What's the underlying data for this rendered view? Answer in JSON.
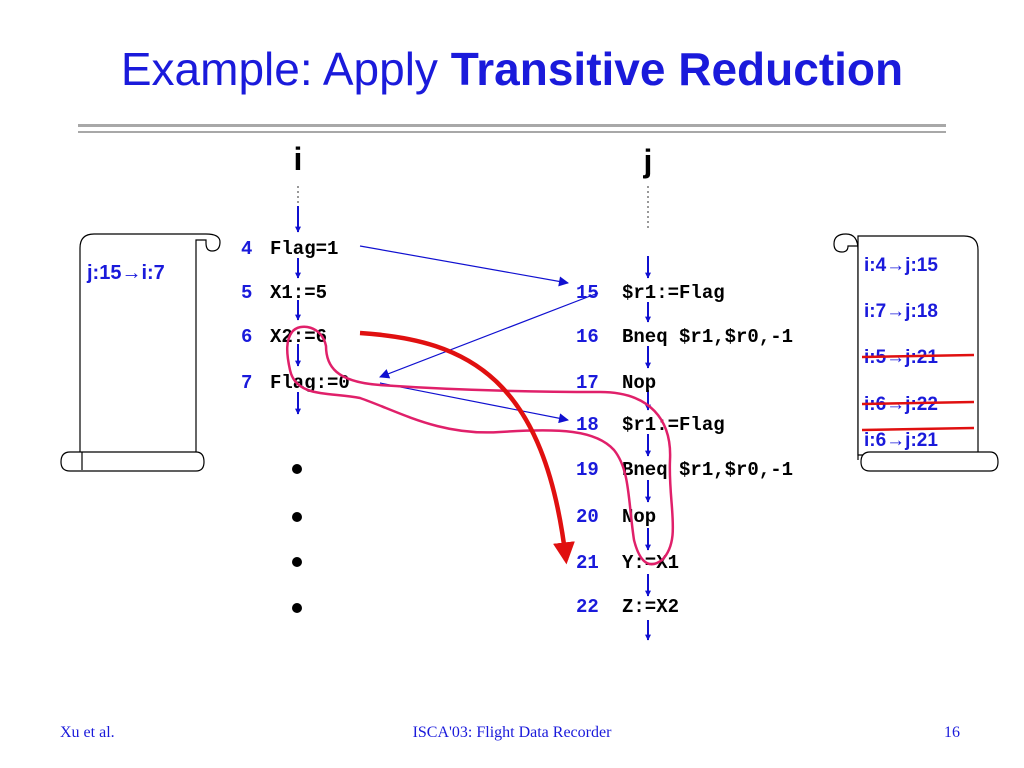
{
  "title": {
    "plain": "Example: Apply ",
    "bold": "Transitive Reduction"
  },
  "threads": {
    "left": "i",
    "right": "j"
  },
  "left_code": [
    {
      "num": "4",
      "code": "Flag=1"
    },
    {
      "num": "5",
      "code": "X1:=5"
    },
    {
      "num": "6",
      "code": "X2:=6"
    },
    {
      "num": "7",
      "code": "Flag:=0"
    }
  ],
  "right_code": [
    {
      "num": "15",
      "code": "$r1:=Flag"
    },
    {
      "num": "16",
      "code": "Bneq $r1,$r0,-1"
    },
    {
      "num": "17",
      "code": "Nop"
    },
    {
      "num": "18",
      "code": "$r1:=Flag"
    },
    {
      "num": "19",
      "code": "Bneq $r1,$r0,-1"
    },
    {
      "num": "20",
      "code": "Nop"
    },
    {
      "num": "21",
      "code": "Y:=X1"
    },
    {
      "num": "22",
      "code": "Z:=X2"
    }
  ],
  "left_scroll": {
    "entries": [
      "j:15→i:7"
    ]
  },
  "right_scroll": {
    "entries": [
      {
        "text": "i:4→j:15",
        "struck": false
      },
      {
        "text": "i:7→j:18",
        "struck": false
      },
      {
        "text": "i:5→j:21",
        "struck": true
      },
      {
        "text": "i:6→j:22",
        "struck": true
      },
      {
        "text": "i:6→j:21",
        "struck": true
      }
    ]
  },
  "footer": {
    "left": "Xu et al.",
    "center": "ISCA'03: Flight Data Recorder",
    "right": "16"
  },
  "colors": {
    "blue": "#1a1adb",
    "red": "#e01010",
    "magenta": "#e0206a",
    "arrow": "#1010d0"
  }
}
